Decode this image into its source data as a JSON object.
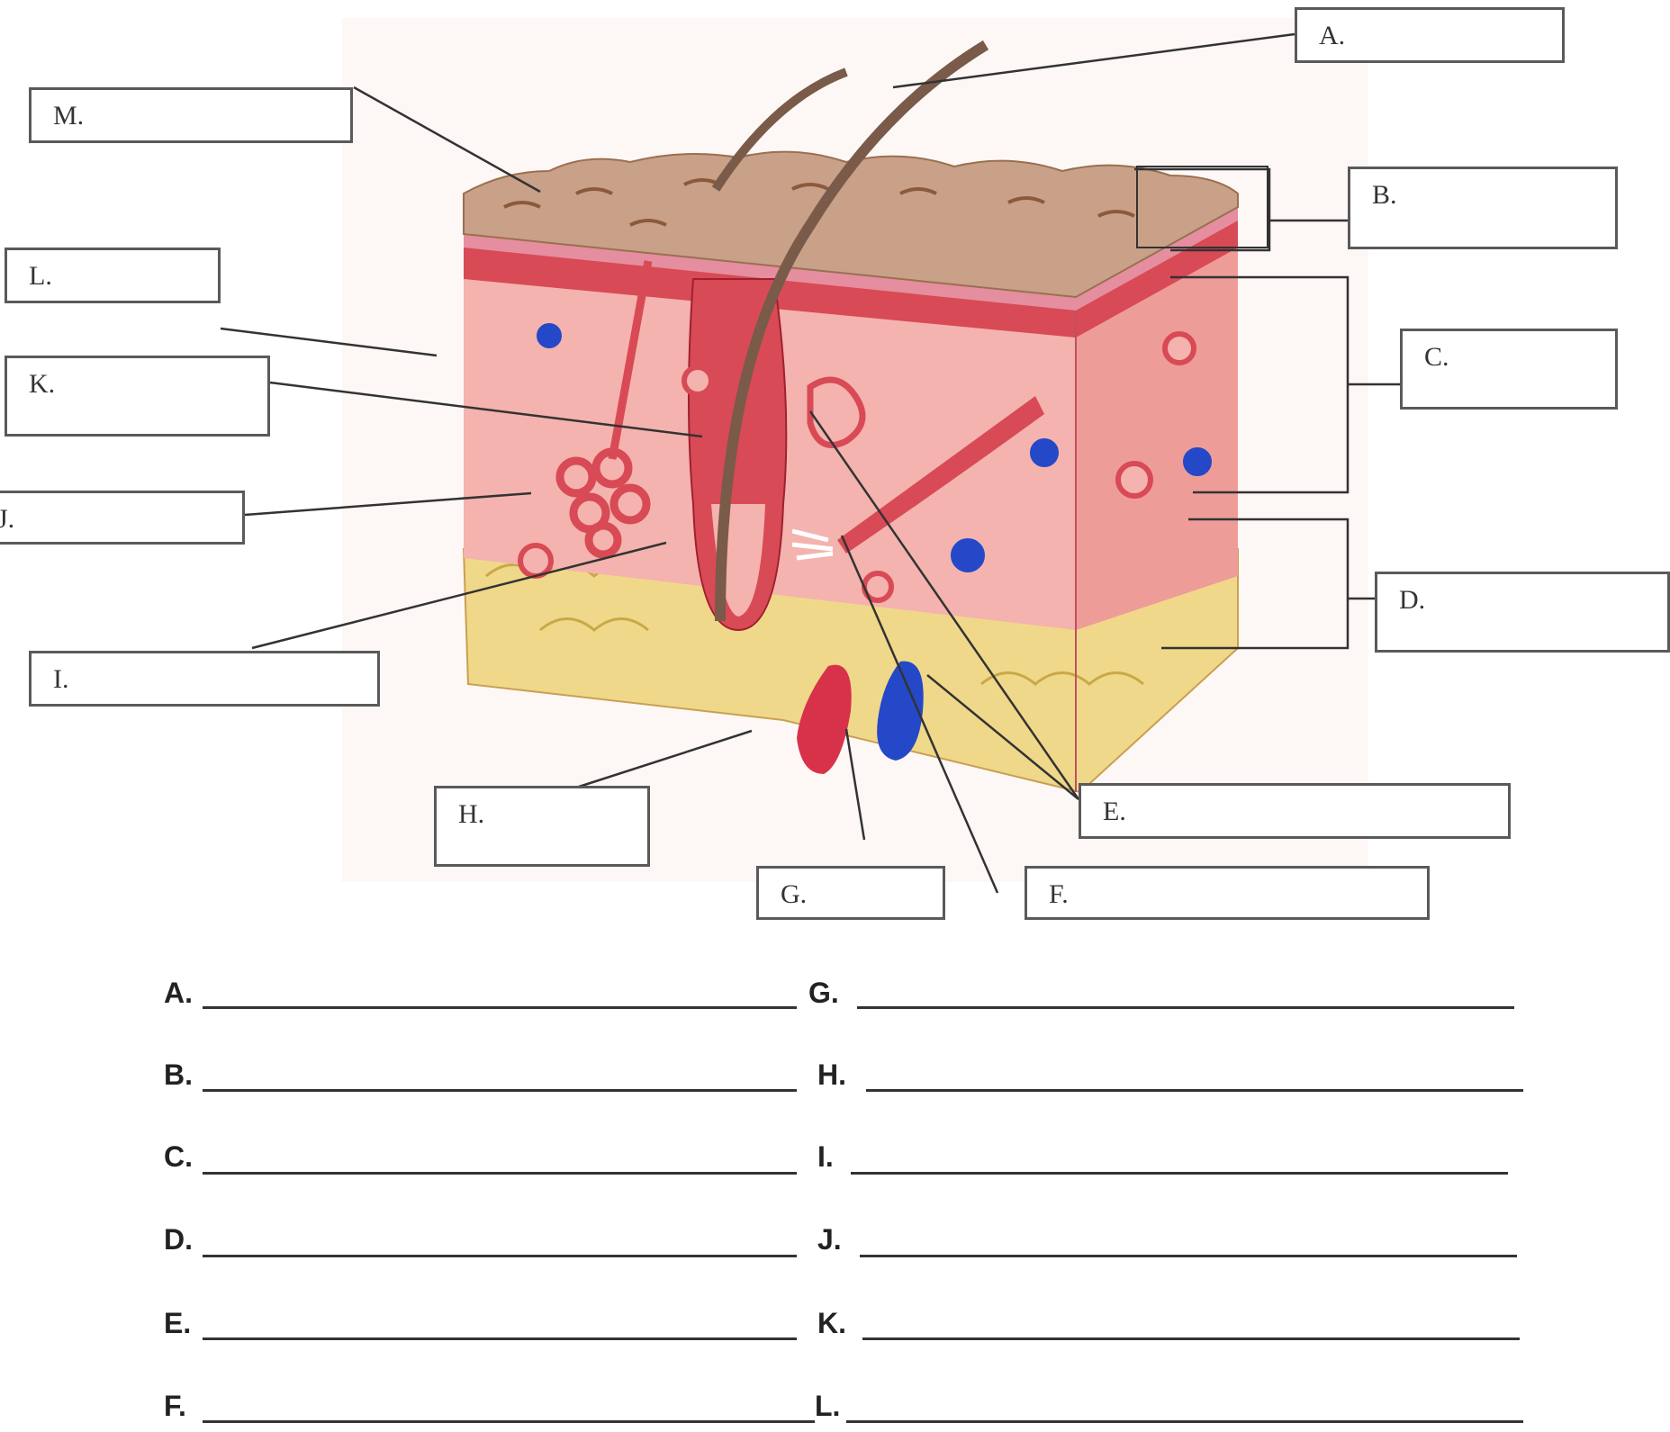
{
  "diagram": {
    "labels": {
      "A": "A.",
      "B": "B.",
      "C": "C.",
      "D": "D.",
      "E": "E.",
      "F": "F.",
      "G": "G.",
      "H": "H.",
      "I": "I.",
      "J": "J.",
      "K": "K.",
      "L": "L.",
      "M": "M."
    }
  },
  "answers": {
    "left": [
      "A.",
      "B.",
      "C.",
      "D.",
      "E.",
      "F."
    ],
    "right": [
      "G.",
      "H.",
      "I.",
      "J.",
      "K.",
      "L."
    ]
  },
  "colors": {
    "epidermis": "#c9a088",
    "dermis": "#f4b3ae",
    "dermis_dark": "#d84a55",
    "fat": "#f0d88a",
    "hair": "#7a5a48",
    "artery": "#d8324a",
    "vein": "#2448c8",
    "leader_line": "#333333"
  }
}
